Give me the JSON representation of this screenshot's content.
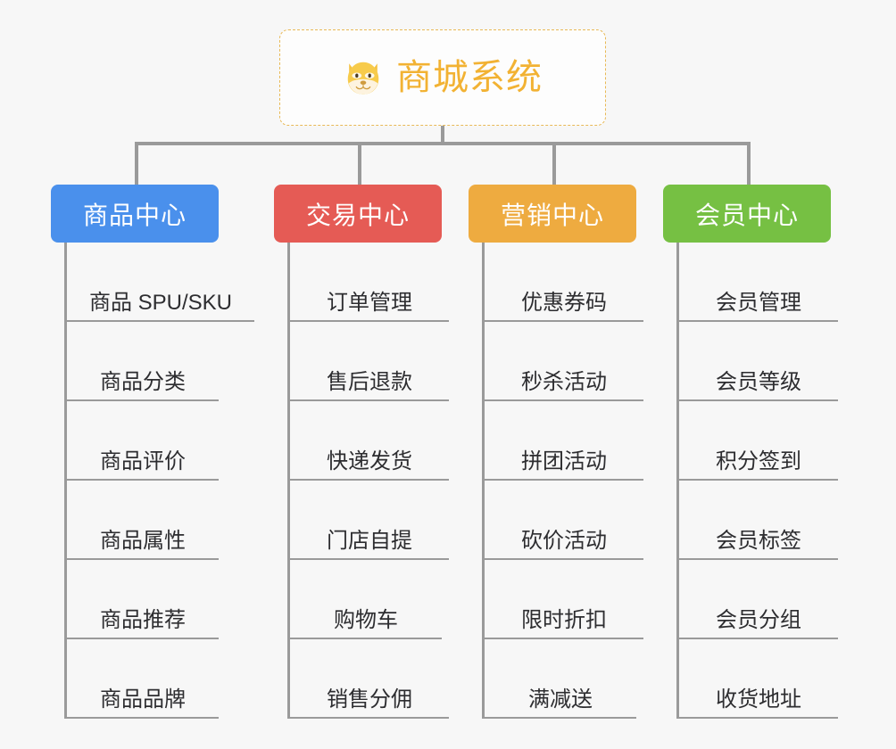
{
  "root": {
    "title": "商城系统",
    "icon": "dog-face-icon",
    "color": "#f2b233",
    "border_color": "#e8b956"
  },
  "columns": [
    {
      "id": "product-center",
      "title": "商品中心",
      "color": "#4a90ec",
      "items": [
        {
          "label": "商品 SPU/SKU",
          "width": "wide"
        },
        {
          "label": "商品分类",
          "width": "narrow"
        },
        {
          "label": "商品评价",
          "width": "narrow"
        },
        {
          "label": "商品属性",
          "width": "narrow"
        },
        {
          "label": "商品推荐",
          "width": "narrow"
        },
        {
          "label": "商品品牌",
          "width": "narrow"
        }
      ]
    },
    {
      "id": "trade-center",
      "title": "交易中心",
      "color": "#e55b55",
      "items": [
        {
          "label": "订单管理",
          "width": "mid"
        },
        {
          "label": "售后退款",
          "width": "mid"
        },
        {
          "label": "快递发货",
          "width": "mid"
        },
        {
          "label": "门店自提",
          "width": "mid"
        },
        {
          "label": "购物车",
          "width": "narrow"
        },
        {
          "label": "销售分佣",
          "width": "mid"
        }
      ]
    },
    {
      "id": "marketing-center",
      "title": "营销中心",
      "color": "#eeab40",
      "items": [
        {
          "label": "优惠券码",
          "width": "mid"
        },
        {
          "label": "秒杀活动",
          "width": "mid"
        },
        {
          "label": "拼团活动",
          "width": "mid"
        },
        {
          "label": "砍价活动",
          "width": "mid"
        },
        {
          "label": "限时折扣",
          "width": "mid"
        },
        {
          "label": "满减送",
          "width": "narrow"
        }
      ]
    },
    {
      "id": "member-center",
      "title": "会员中心",
      "color": "#76c043",
      "items": [
        {
          "label": "会员管理",
          "width": "mid"
        },
        {
          "label": "会员等级",
          "width": "mid"
        },
        {
          "label": "积分签到",
          "width": "mid"
        },
        {
          "label": "会员标签",
          "width": "mid"
        },
        {
          "label": "会员分组",
          "width": "mid"
        },
        {
          "label": "收货地址",
          "width": "mid"
        }
      ]
    }
  ],
  "theme": {
    "background": "#f7f7f7",
    "connector_color": "#9a9a9a",
    "leaf_text_color": "#2d2d30"
  }
}
